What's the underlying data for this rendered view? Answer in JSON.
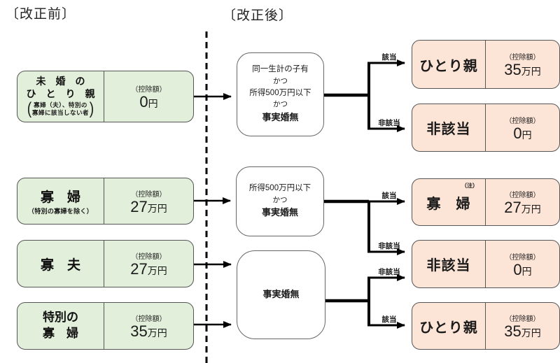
{
  "titles": {
    "before": "〔改正前〕",
    "after": "〔改正後〕"
  },
  "before_boxes": [
    {
      "label_line1": "未　婚　の",
      "label_line2": "ひ　と　り　親",
      "note_line1": "寡婦（夫）、特別の",
      "note_line2": "寡婦に該当しない者",
      "amount_caption": "（控除額）",
      "amount": "0",
      "unit": "円"
    },
    {
      "label_line1": "寡　婦",
      "note_line1": "（特別の寡婦を除く）",
      "amount_caption": "（控除額）",
      "amount": "27",
      "unit": "万円"
    },
    {
      "label_line1": "寡　夫",
      "amount_caption": "（控除額）",
      "amount": "27",
      "unit": "万円"
    },
    {
      "label_line1": "特別の",
      "label_line2": "寡　婦",
      "amount_caption": "（控除額）",
      "amount": "35",
      "unit": "万円"
    }
  ],
  "condition_boxes": [
    {
      "line1": "同一生計の子有",
      "line2": "かつ",
      "line3": "所得500万円以下",
      "line4": "かつ",
      "line5": "事実婚無"
    },
    {
      "line1": "所得500万円以下",
      "line2": "かつ",
      "line3": "事実婚無"
    },
    {
      "line1": "事実婚無"
    }
  ],
  "after_boxes": [
    {
      "label": "ひとり親",
      "amount_caption": "（控除額）",
      "amount": "35",
      "unit": "万円"
    },
    {
      "label": "非該当",
      "amount_caption": "（控除額）",
      "amount": "0",
      "unit": "円"
    },
    {
      "label": "寡　婦",
      "note": "（注）",
      "amount_caption": "（控除額）",
      "amount": "27",
      "unit": "万円"
    },
    {
      "label": "非該当",
      "amount_caption": "（控除額）",
      "amount": "0",
      "unit": "円"
    },
    {
      "label": "ひとり親",
      "amount_caption": "（控除額）",
      "amount": "35",
      "unit": "万円"
    }
  ],
  "branches": {
    "flow1_top": "該当",
    "flow1_bottom": "非該当",
    "flow2_top": "該当",
    "flow2_bottom": "非該当",
    "flow3_top": "非該当",
    "flow3_bottom": "該当"
  },
  "colors": {
    "before_box_fill": "#e2efda",
    "after_box_fill": "#fce4d6",
    "box_border": "#555555",
    "line": "#000000"
  }
}
